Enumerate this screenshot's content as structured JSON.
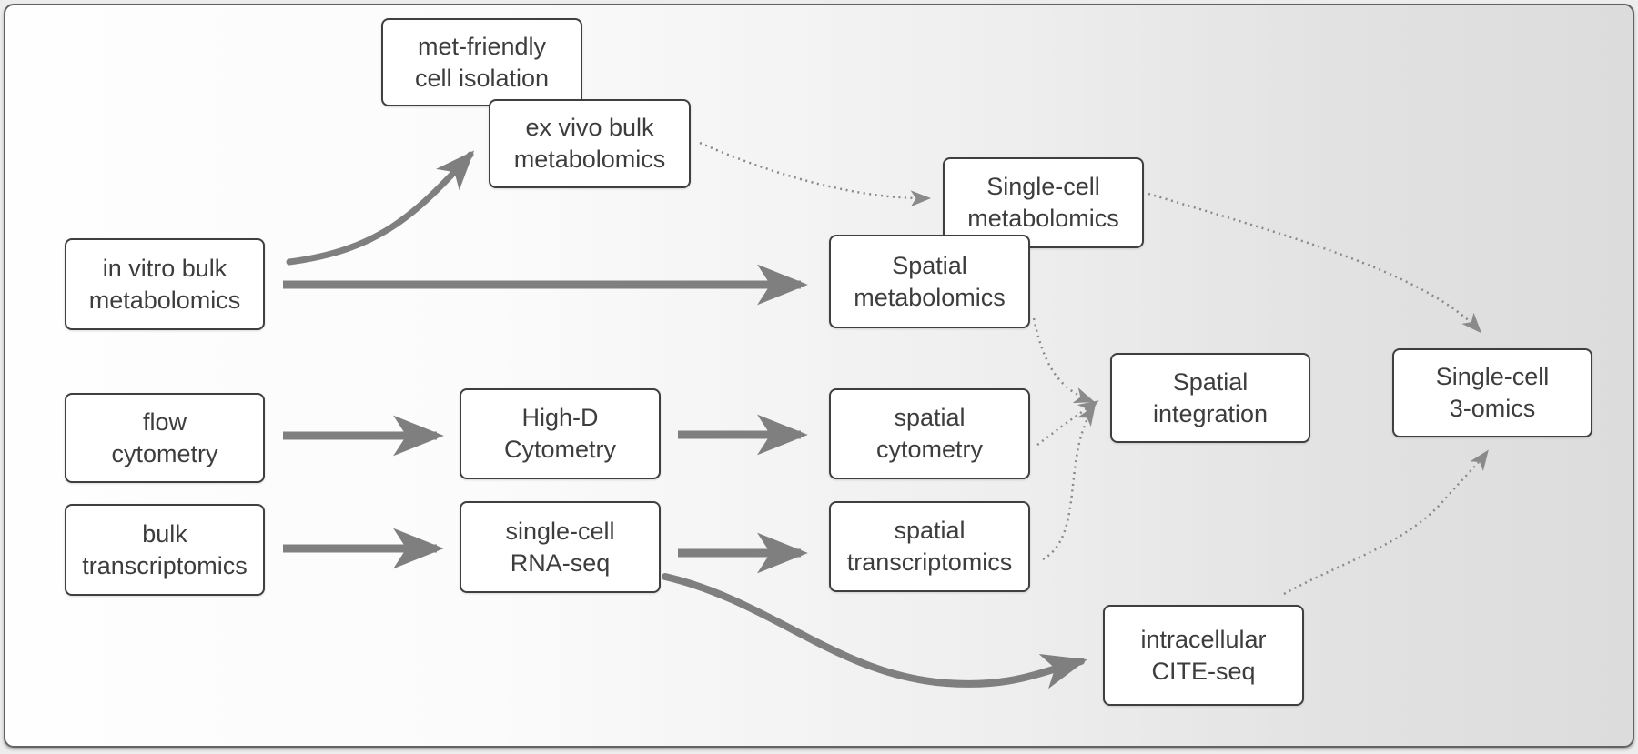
{
  "figure": {
    "type": "flow-diagram",
    "title": "",
    "background_left": "#fefefe",
    "background_right": "#dcdcdc",
    "frame_border_color": "#636363",
    "box_fill": "#ffffff",
    "box_border_color": "#3f3f3f",
    "text_color": "#3d3d3d",
    "solid_arrow_color": "#7f7f7f",
    "dotted_arrow_color": "#8a8a8a"
  },
  "nodes": [
    {
      "id": "met-friendly-cell-isolation",
      "label": "met-friendly\ncell isolation"
    },
    {
      "id": "ex-vivo-bulk-metabolomics",
      "label": "ex vivo bulk\nmetabolomics"
    },
    {
      "id": "in-vitro-bulk-metabolomics",
      "label": "in vitro bulk\nmetabolomics"
    },
    {
      "id": "single-cell-metabolomics",
      "label": "Single-cell\nmetabolomics"
    },
    {
      "id": "spatial-metabolomics",
      "label": "Spatial\nmetabolomics"
    },
    {
      "id": "flow-cytometry",
      "label": "flow\ncytometry"
    },
    {
      "id": "high-d-cytometry",
      "label": "High-D\nCytometry"
    },
    {
      "id": "spatial-cytometry",
      "label": "spatial\ncytometry"
    },
    {
      "id": "bulk-transcriptomics",
      "label": "bulk\ntranscriptomics"
    },
    {
      "id": "single-cell-rna-seq",
      "label": "single-cell\nRNA-seq"
    },
    {
      "id": "spatial-transcriptomics",
      "label": "spatial\ntranscriptomics"
    },
    {
      "id": "spatial-integration",
      "label": "Spatial\nintegration"
    },
    {
      "id": "single-cell-3-omics",
      "label": "Single-cell\n3-omics"
    },
    {
      "id": "intracellular-cite-seq",
      "label": "intracellular\nCITE-seq"
    }
  ],
  "edges": [
    {
      "from": "in-vitro-bulk-metabolomics",
      "to": "ex-vivo-bulk-metabolomics",
      "style": "solid-curved"
    },
    {
      "from": "in-vitro-bulk-metabolomics",
      "to": "spatial-metabolomics",
      "style": "solid"
    },
    {
      "from": "flow-cytometry",
      "to": "high-d-cytometry",
      "style": "solid"
    },
    {
      "from": "high-d-cytometry",
      "to": "spatial-cytometry",
      "style": "solid"
    },
    {
      "from": "bulk-transcriptomics",
      "to": "single-cell-rna-seq",
      "style": "solid"
    },
    {
      "from": "single-cell-rna-seq",
      "to": "spatial-transcriptomics",
      "style": "solid"
    },
    {
      "from": "single-cell-rna-seq",
      "to": "intracellular-cite-seq",
      "style": "solid-curved"
    },
    {
      "from": "ex-vivo-bulk-metabolomics",
      "to": "single-cell-metabolomics",
      "style": "dotted"
    },
    {
      "from": "single-cell-metabolomics",
      "to": "single-cell-3-omics",
      "style": "dotted"
    },
    {
      "from": "spatial-metabolomics",
      "to": "spatial-integration",
      "style": "dotted"
    },
    {
      "from": "spatial-cytometry",
      "to": "spatial-integration",
      "style": "dotted"
    },
    {
      "from": "spatial-transcriptomics",
      "to": "spatial-integration",
      "style": "dotted"
    },
    {
      "from": "intracellular-cite-seq",
      "to": "single-cell-3-omics",
      "style": "dotted"
    }
  ]
}
